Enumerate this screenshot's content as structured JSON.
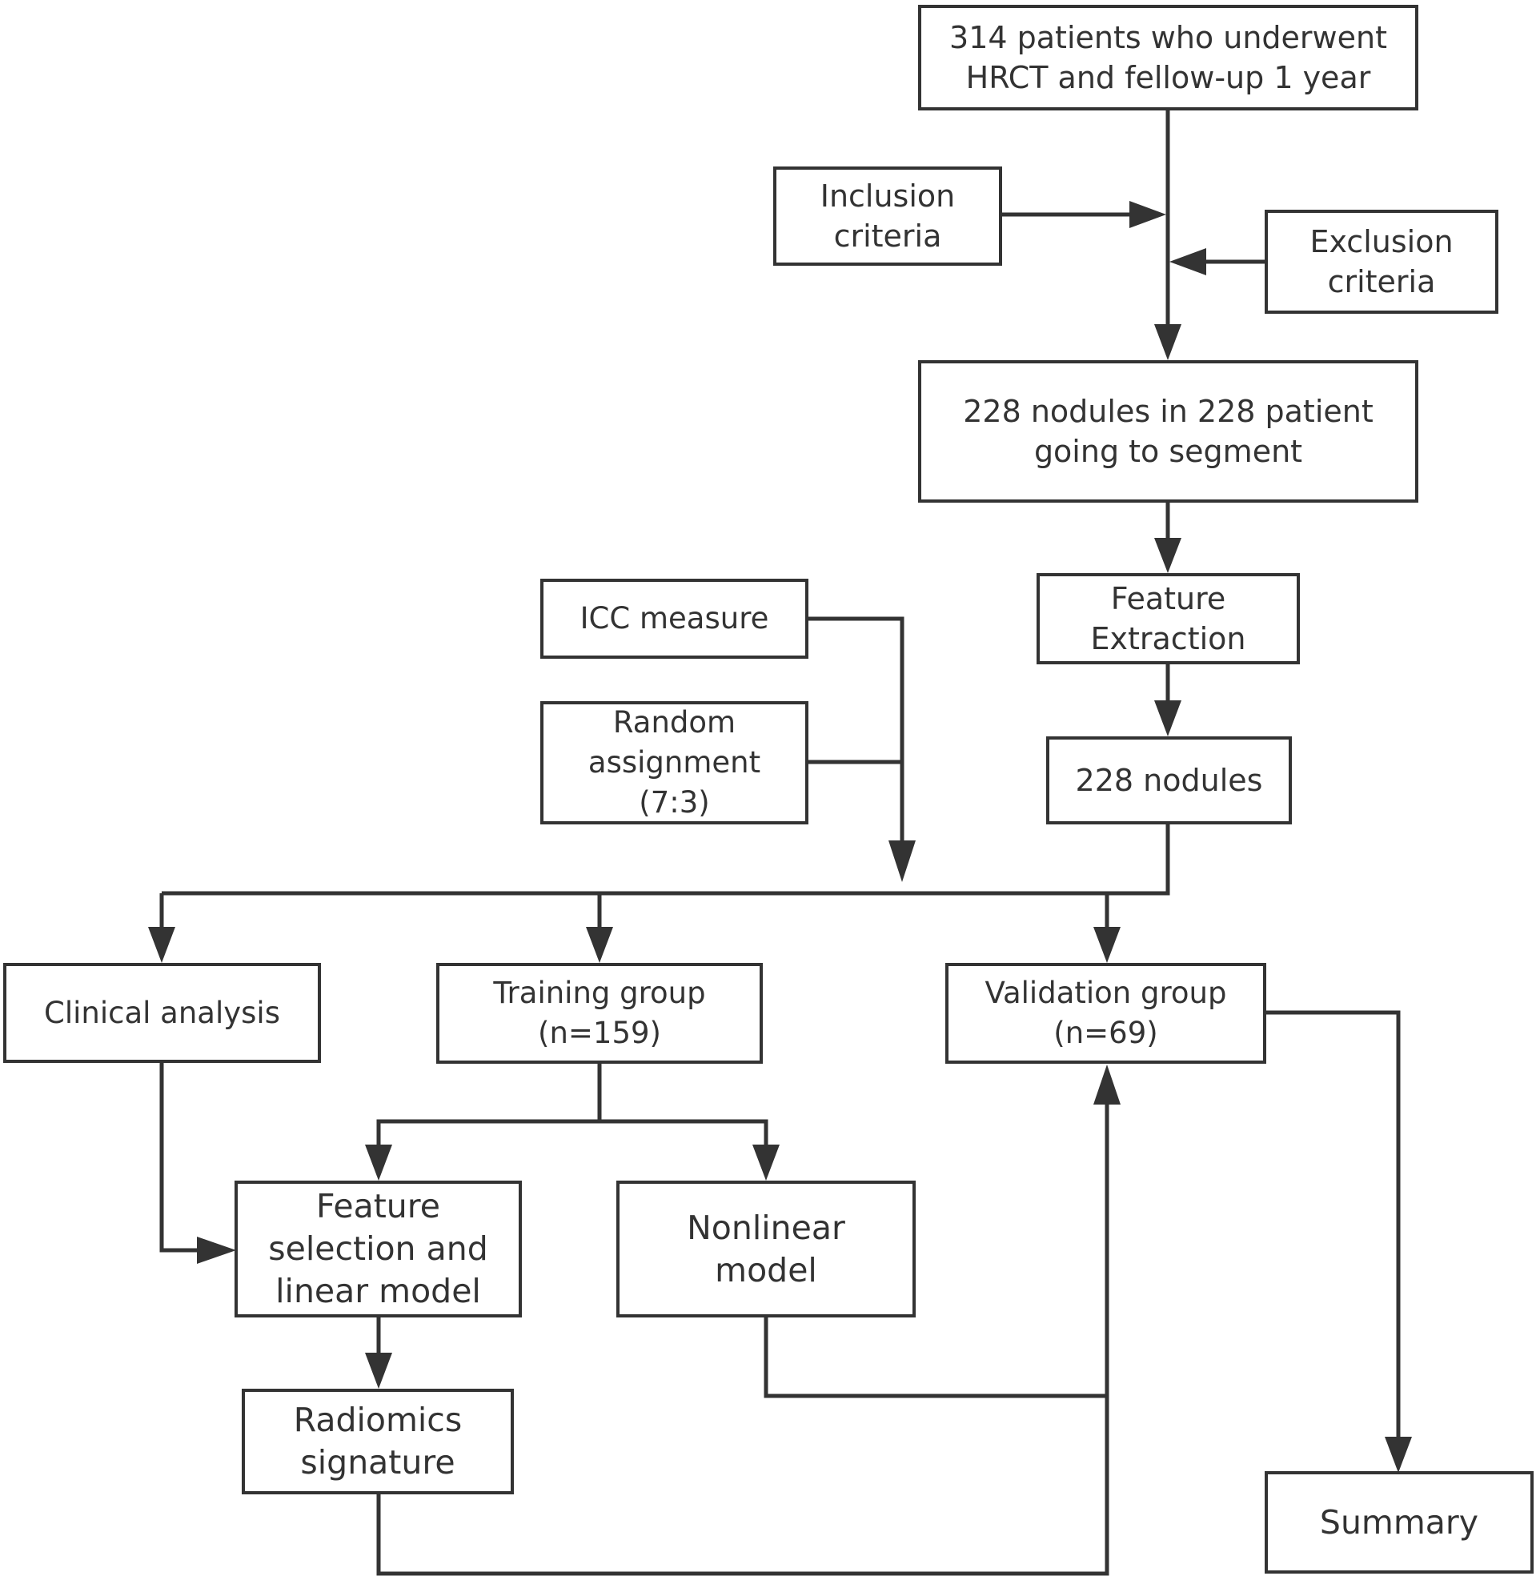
{
  "colors": {
    "stroke": "#333333",
    "text": "#333333",
    "background": "#ffffff"
  },
  "boxes": {
    "patients": {
      "line1": "314 patients who underwent",
      "line2": "HRCT and fellow-up 1 year"
    },
    "inclusion": {
      "line1": "Inclusion",
      "line2": "criteria"
    },
    "exclusion": {
      "line1": "Exclusion",
      "line2": "criteria"
    },
    "segment": {
      "line1": "228 nodules in 228 patient",
      "line2": "going to segment"
    },
    "extraction": {
      "line1": "Feature",
      "line2": "Extraction"
    },
    "nodules": {
      "line1": "228 nodules"
    },
    "icc": {
      "line1": "ICC measure"
    },
    "random": {
      "line1": "Random",
      "line2": "assignment",
      "line3": "(7:3)"
    },
    "clinical": {
      "line1": "Clinical analysis"
    },
    "training": {
      "line1": "Training group",
      "line2": "(n=159)"
    },
    "validation": {
      "line1": "Validation group",
      "line2": "(n=69)"
    },
    "selection": {
      "line1": "Feature",
      "line2": "selection and",
      "line3": "linear model"
    },
    "nonlinear": {
      "line1": "Nonlinear",
      "line2": "model"
    },
    "radiomics": {
      "line1": "Radiomics",
      "line2": "signature"
    },
    "summary": {
      "line1": "Summary"
    }
  }
}
